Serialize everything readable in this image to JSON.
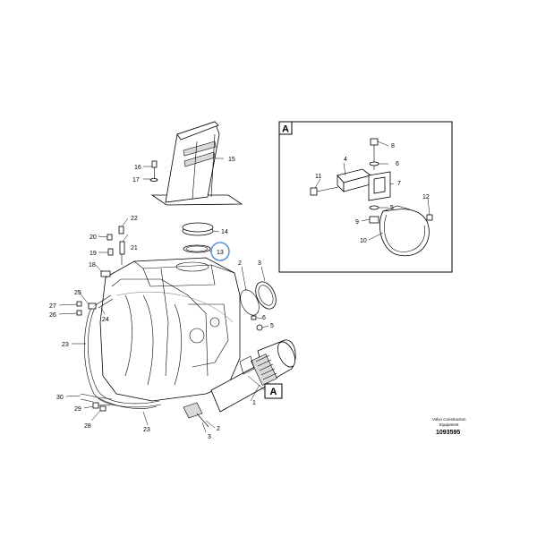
{
  "diagram": {
    "detail_box_letter": "A",
    "view_marker_letter": "A",
    "footer": {
      "company": "Volvo Construction",
      "company_line2": "Equipment",
      "drawing_number": "1093595"
    },
    "highlight_color": "#5b8fd6",
    "callouts": {
      "p1": "1",
      "p2": "2",
      "p3": "3",
      "p4": "4",
      "p5": "5",
      "p6": "6",
      "p7": "7",
      "p8": "8",
      "p9": "9",
      "p10": "10",
      "p11": "11",
      "p12": "12",
      "p13": "13",
      "p14": "14",
      "p15": "15",
      "p16": "16",
      "p17": "17",
      "p18": "18",
      "p19": "19",
      "p20": "20",
      "p21": "21",
      "p22": "22",
      "p23": "23",
      "p24": "24",
      "p25": "25",
      "p26": "26",
      "p27": "27",
      "p28": "28",
      "p29": "29",
      "p30": "30"
    }
  }
}
